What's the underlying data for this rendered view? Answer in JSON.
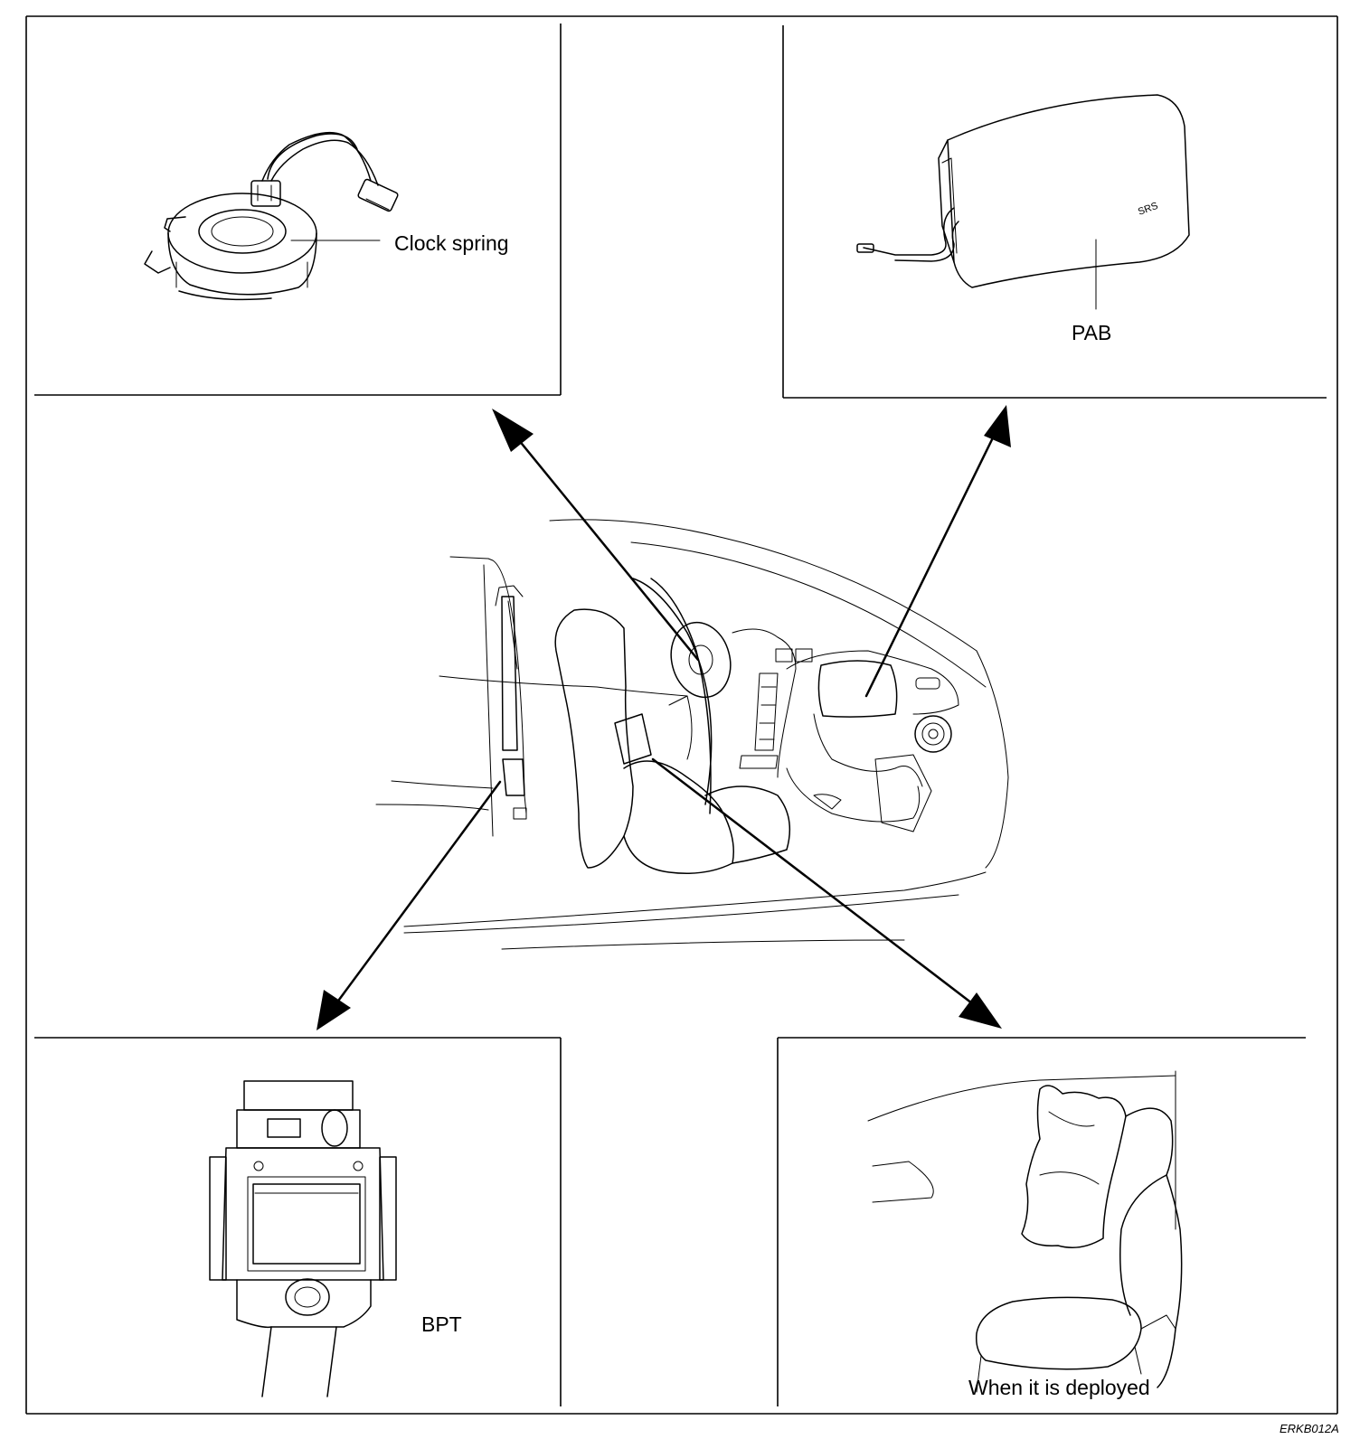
{
  "labels": {
    "clock_spring": "Clock spring",
    "pab": "PAB",
    "bpt": "BPT",
    "deployed": "When it is deployed",
    "figure_code": "ERKB012A"
  },
  "colors": {
    "line": "#000000",
    "background": "#ffffff"
  }
}
